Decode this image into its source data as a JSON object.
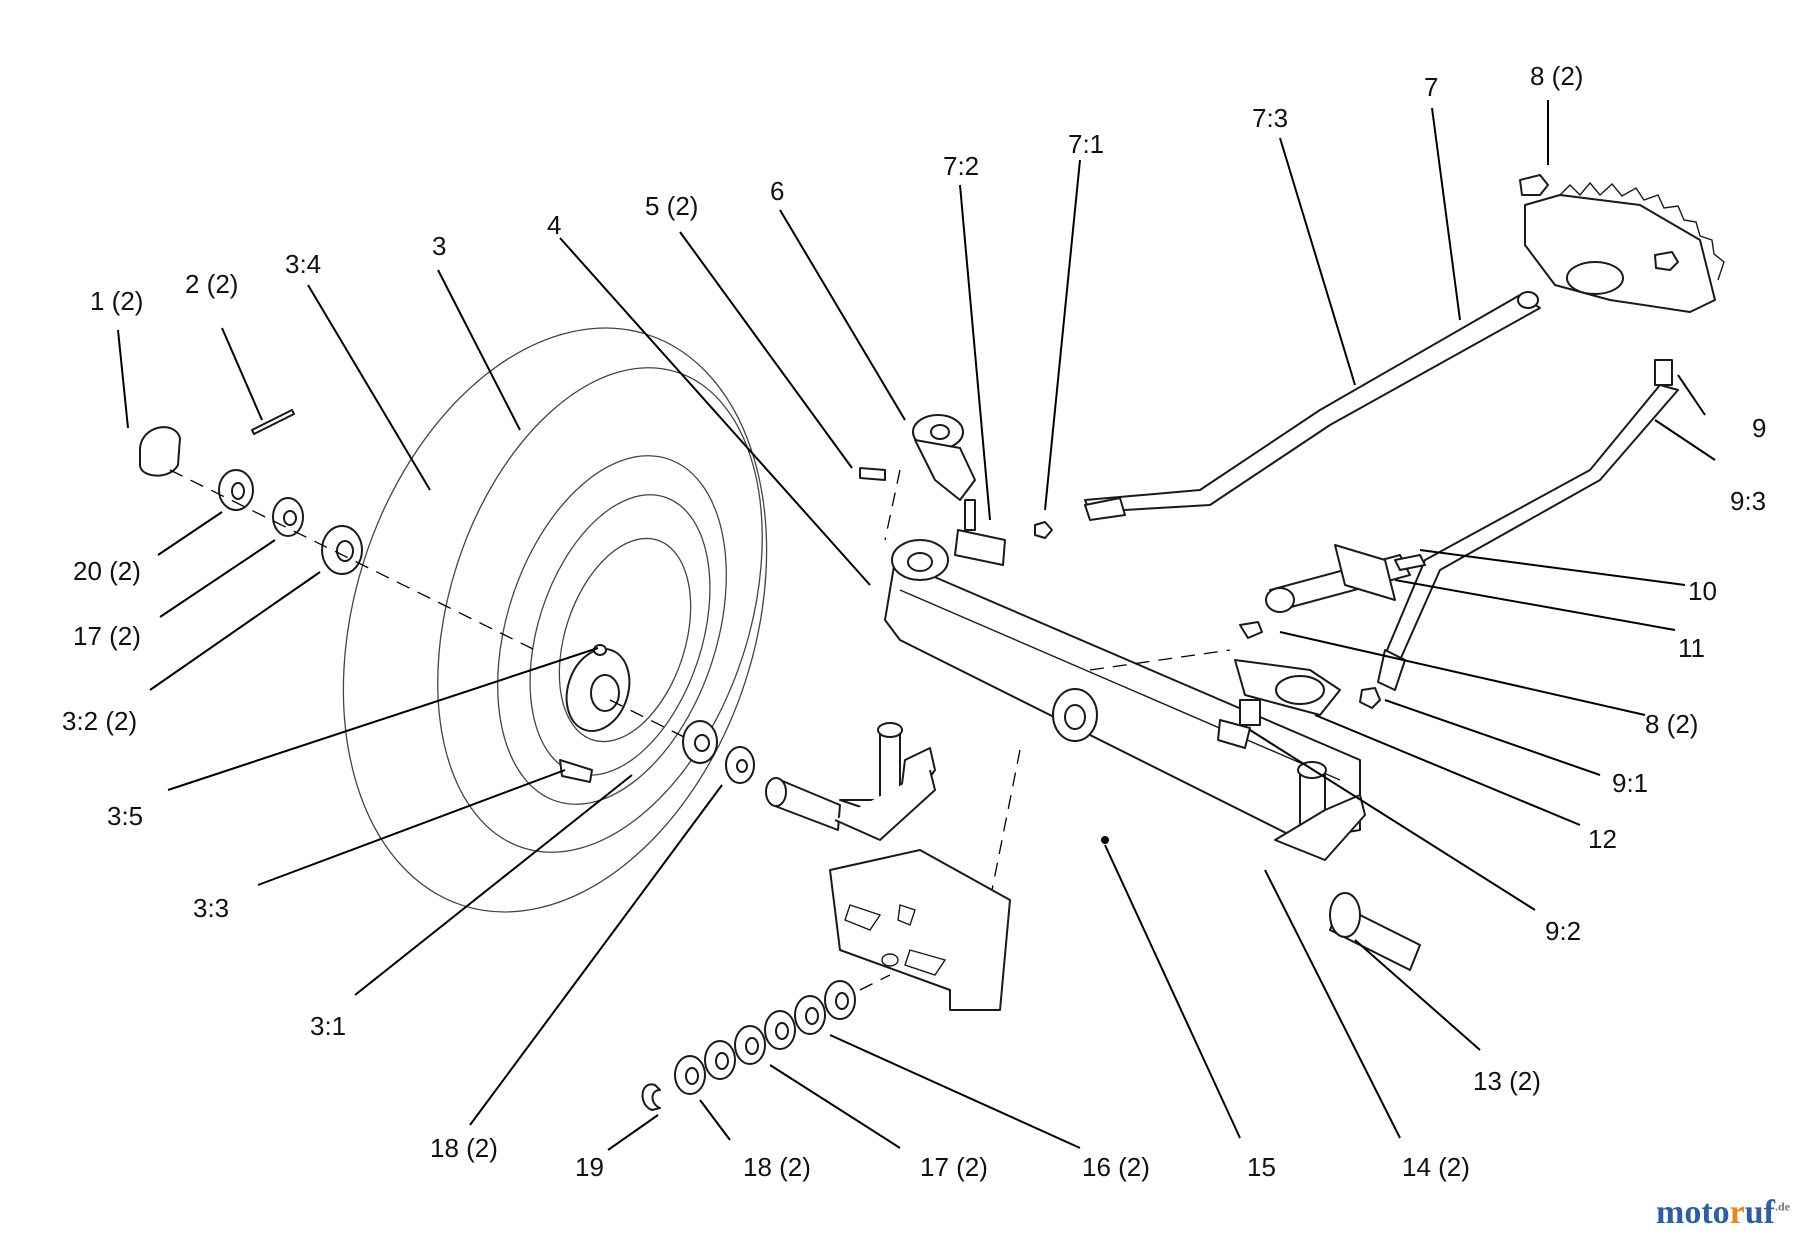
{
  "callouts": [
    {
      "id": "c1",
      "text": "1 (2)"
    },
    {
      "id": "c2",
      "text": "2 (2)"
    },
    {
      "id": "c3",
      "text": "3:4"
    },
    {
      "id": "c4",
      "text": "3"
    },
    {
      "id": "c5",
      "text": "4"
    },
    {
      "id": "c6",
      "text": "5 (2)"
    },
    {
      "id": "c7",
      "text": "6"
    },
    {
      "id": "c8",
      "text": "7:2"
    },
    {
      "id": "c9",
      "text": "7:1"
    },
    {
      "id": "c10",
      "text": "7:3"
    },
    {
      "id": "c11",
      "text": "7"
    },
    {
      "id": "c12",
      "text": "8 (2)"
    },
    {
      "id": "c13",
      "text": "9"
    },
    {
      "id": "c14",
      "text": "9:3"
    },
    {
      "id": "c15",
      "text": "10"
    },
    {
      "id": "c16",
      "text": "11"
    },
    {
      "id": "c17",
      "text": "8 (2)"
    },
    {
      "id": "c18",
      "text": "9:1"
    },
    {
      "id": "c19",
      "text": "12"
    },
    {
      "id": "c20",
      "text": "9:2"
    },
    {
      "id": "c21",
      "text": "13 (2)"
    },
    {
      "id": "c22",
      "text": "14 (2)"
    },
    {
      "id": "c23",
      "text": "15"
    },
    {
      "id": "c24",
      "text": "16 (2)"
    },
    {
      "id": "c25",
      "text": "17 (2)"
    },
    {
      "id": "c26",
      "text": "18 (2)"
    },
    {
      "id": "c27",
      "text": "19"
    },
    {
      "id": "c28",
      "text": "18 (2)"
    },
    {
      "id": "c29",
      "text": "3:1"
    },
    {
      "id": "c30",
      "text": "3:3"
    },
    {
      "id": "c31",
      "text": "3:5"
    },
    {
      "id": "c32",
      "text": "3:2 (2)"
    },
    {
      "id": "c33",
      "text": "17 (2)"
    },
    {
      "id": "c34",
      "text": "20 (2)"
    }
  ],
  "watermark": {
    "part1": "moto",
    "part2": "r",
    "part3": "uf",
    "part4": ".de"
  }
}
